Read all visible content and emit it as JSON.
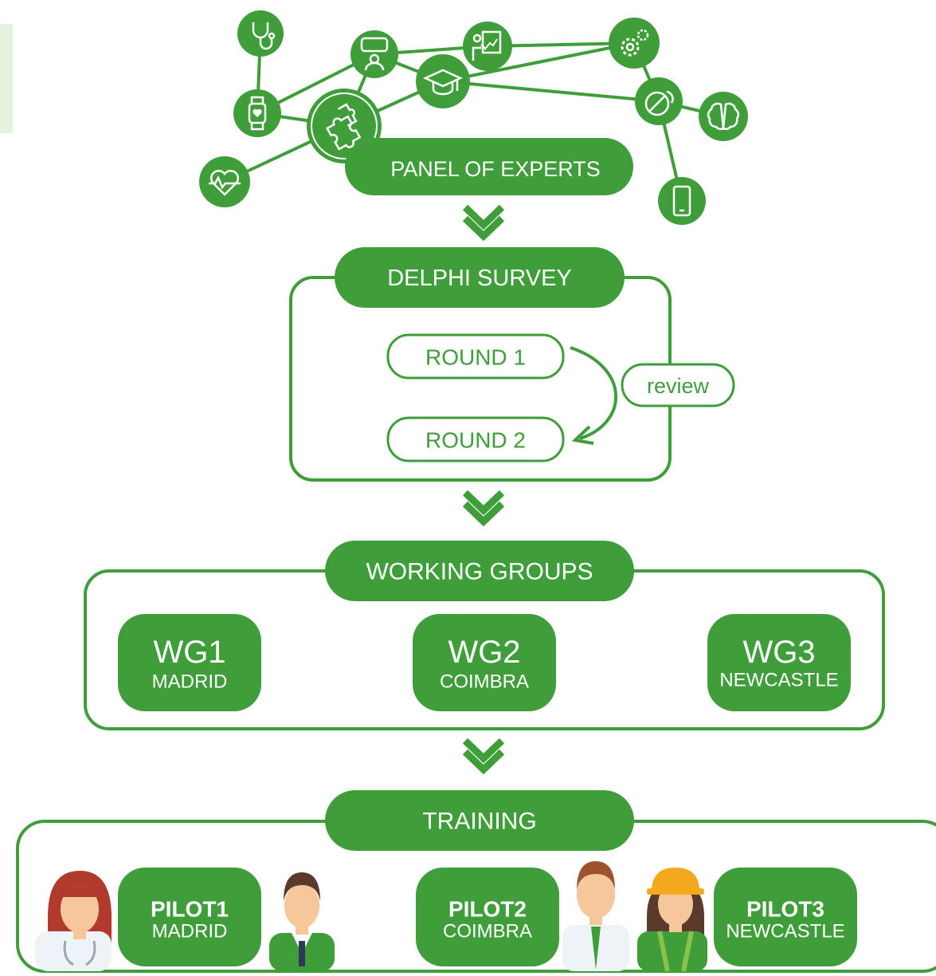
{
  "colors": {
    "primary": "#3f9e3a",
    "border": "#3f9e3a",
    "text_on_primary": "#ffffff",
    "corner_tab": "#e6f2dd"
  },
  "panel": {
    "title": "PANEL OF EXPERTS",
    "icons": [
      "stethoscope-icon",
      "presentation-icon",
      "gears-icon",
      "chat-person-icon",
      "graduation-cap-icon",
      "pills-icon",
      "brain-icon",
      "smartwatch-icon",
      "puzzle-icon",
      "heartbeat-icon",
      "smartphone-icon"
    ]
  },
  "delphi": {
    "title": "DELPHI SURVEY",
    "round1": "ROUND 1",
    "round2": "ROUND 2",
    "review": "review"
  },
  "working_groups": {
    "title": "WORKING GROUPS",
    "groups": [
      {
        "name": "WG1",
        "city": "MADRID"
      },
      {
        "name": "WG2",
        "city": "COIMBRA"
      },
      {
        "name": "WG3",
        "city": "NEWCASTLE"
      }
    ]
  },
  "training": {
    "title": "TRAINING",
    "pilots": [
      {
        "name": "PILOT1",
        "city": "MADRID"
      },
      {
        "name": "PILOT2",
        "city": "COIMBRA"
      },
      {
        "name": "PILOT3",
        "city": "NEWCASTLE"
      }
    ]
  }
}
